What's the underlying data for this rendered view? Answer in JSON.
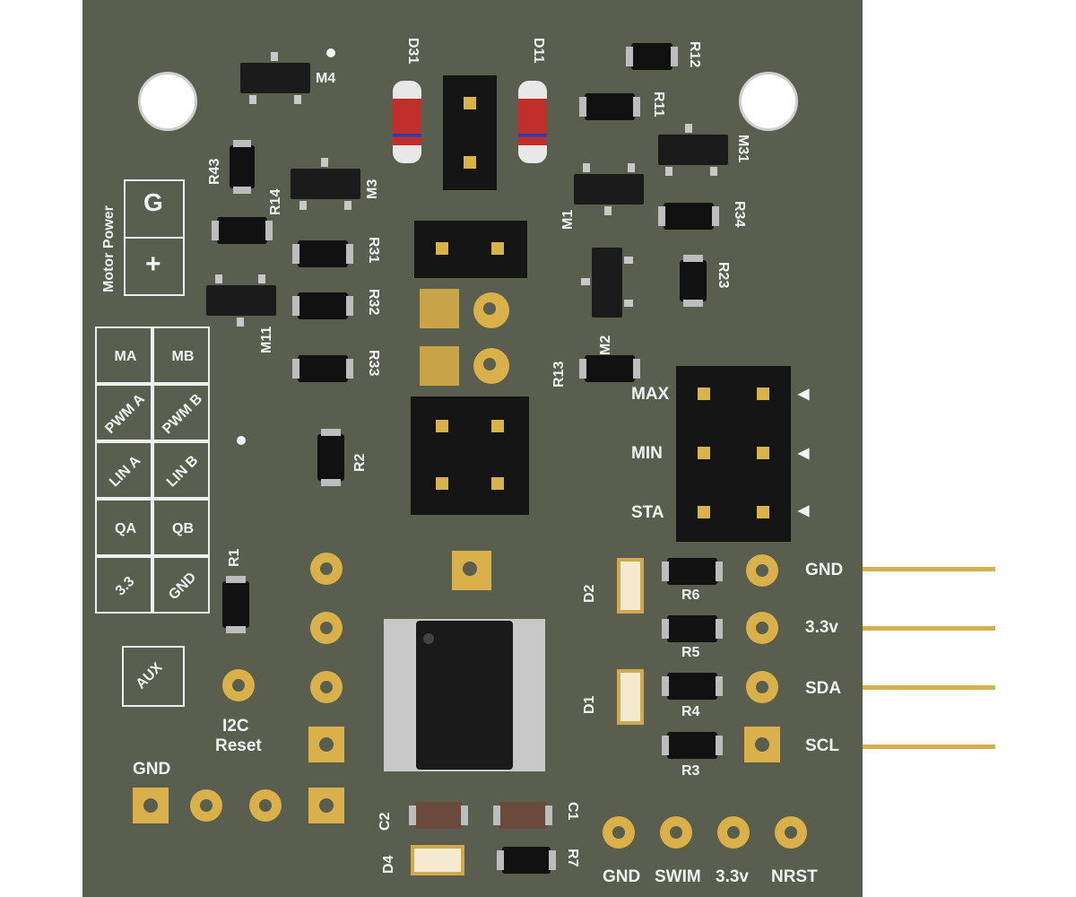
{
  "board": {
    "colors": {
      "pcb": "#5a5e4e",
      "silk": "#f2f2f2",
      "gold": "#d9b04a"
    },
    "refs": {
      "M4": "M4",
      "D31": "D31",
      "D11": "D11",
      "R12": "R12",
      "R11": "R11",
      "M31": "M31",
      "R43": "R43",
      "R14": "R14",
      "M3": "M3",
      "M1": "M1",
      "R34": "R34",
      "R31": "R31",
      "R32": "R32",
      "M11": "M11",
      "R33": "R33",
      "M2": "M2",
      "R23": "R23",
      "R13": "R13",
      "R2": "R2",
      "R1": "R1",
      "D2": "D2",
      "R6": "R6",
      "R5": "R5",
      "D1": "D1",
      "R4": "R4",
      "R3": "R3",
      "C2": "C2",
      "C1": "C1",
      "D4": "D4",
      "R7": "R7"
    },
    "motor_power": {
      "title": "Motor Power",
      "ground_symbol": "G",
      "plus_symbol": "+"
    },
    "signal_table": [
      [
        "MA",
        "MB"
      ],
      [
        "PWM A",
        "PWM B"
      ],
      [
        "LIN A",
        "LIN B"
      ],
      [
        "QA",
        "QB"
      ],
      [
        "3.3",
        "GND"
      ]
    ],
    "aux_label": "AUX",
    "i2c_reset": [
      "I2C",
      "Reset"
    ],
    "gnd_left": "GND",
    "jumper_labels": [
      "MAX",
      "MIN",
      "STA"
    ],
    "right_header": [
      "GND",
      "3.3v",
      "SDA",
      "SCL"
    ],
    "bottom_pins": [
      "GND",
      "SWIM",
      "3.3v",
      "NRST"
    ]
  }
}
